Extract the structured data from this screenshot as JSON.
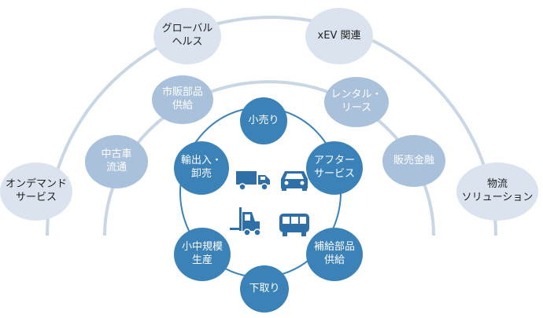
{
  "colors": {
    "outer_fill": "#dbe4ee",
    "middle_fill": "#a9c1db",
    "inner_fill": "#3b82b8",
    "arc_stroke": "#c9d6e4",
    "icon_color": "#2f6fa8"
  },
  "outer_ring": [
    {
      "id": "global-health",
      "label": "グローバル\nヘルス"
    },
    {
      "id": "xev",
      "label": "xEV 関連"
    },
    {
      "id": "on-demand",
      "label": "オンデマンド\nサービス"
    },
    {
      "id": "logistics",
      "label": "物流\nソリューション"
    }
  ],
  "middle_ring": [
    {
      "id": "market-parts",
      "label": "市販部品\n供給"
    },
    {
      "id": "rental-lease",
      "label": "レンタル・\nリース"
    },
    {
      "id": "used-car",
      "label": "中古車\n流通"
    },
    {
      "id": "sales-finance",
      "label": "販売金融"
    }
  ],
  "inner_ring": [
    {
      "id": "retail",
      "label": "小売り"
    },
    {
      "id": "import-export",
      "label": "輸出入・\n卸売"
    },
    {
      "id": "after-service",
      "label": "アフター\nサービス"
    },
    {
      "id": "small-mid-production",
      "label": "小中規模\n生産"
    },
    {
      "id": "repair-parts",
      "label": "補給部品\n供給"
    },
    {
      "id": "trade-in",
      "label": "下取り"
    }
  ],
  "icons": [
    "truck-icon",
    "car-icon",
    "forklift-icon",
    "bus-icon"
  ]
}
